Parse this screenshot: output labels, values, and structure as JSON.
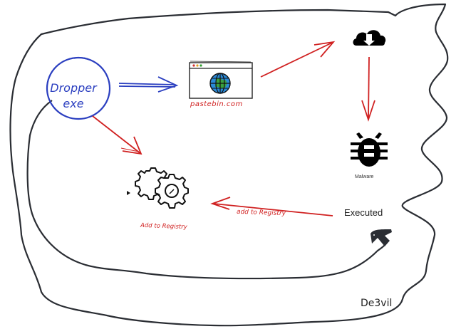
{
  "diagram": {
    "title": "Dropper malware flow",
    "nodes": {
      "dropper": {
        "label_line1": "Dropper",
        "label_line2": "exe",
        "shape": "circle",
        "color": "#2b3fc0"
      },
      "pastebin": {
        "label": "pastebin.com",
        "icon": "browser-globe-icon",
        "label_color": "#d02020"
      },
      "download": {
        "icon": "cloud-download-icon"
      },
      "malware": {
        "label": "Malware",
        "icon": "bug-icon"
      },
      "executed": {
        "label": "Executed",
        "icon": "cursor-pointer-icon"
      },
      "registry": {
        "label": "Add to Registry",
        "icon": "gears-icon",
        "label_color": "#d02020"
      }
    },
    "edges": [
      {
        "from": "dropper",
        "to": "pastebin",
        "color": "#2b3fc0",
        "style": "double"
      },
      {
        "from": "pastebin",
        "to": "download",
        "color": "#d02020"
      },
      {
        "from": "download",
        "to": "malware",
        "color": "#d02020"
      },
      {
        "from": "dropper",
        "to": "registry",
        "color": "#d02020"
      },
      {
        "from": "executed",
        "to": "registry",
        "color": "#d02020",
        "label": "add to Registry"
      }
    ],
    "signature": "De3vil",
    "colors": {
      "outline": "#2a2d33",
      "red": "#d02020",
      "blue": "#2b3fc0"
    }
  }
}
